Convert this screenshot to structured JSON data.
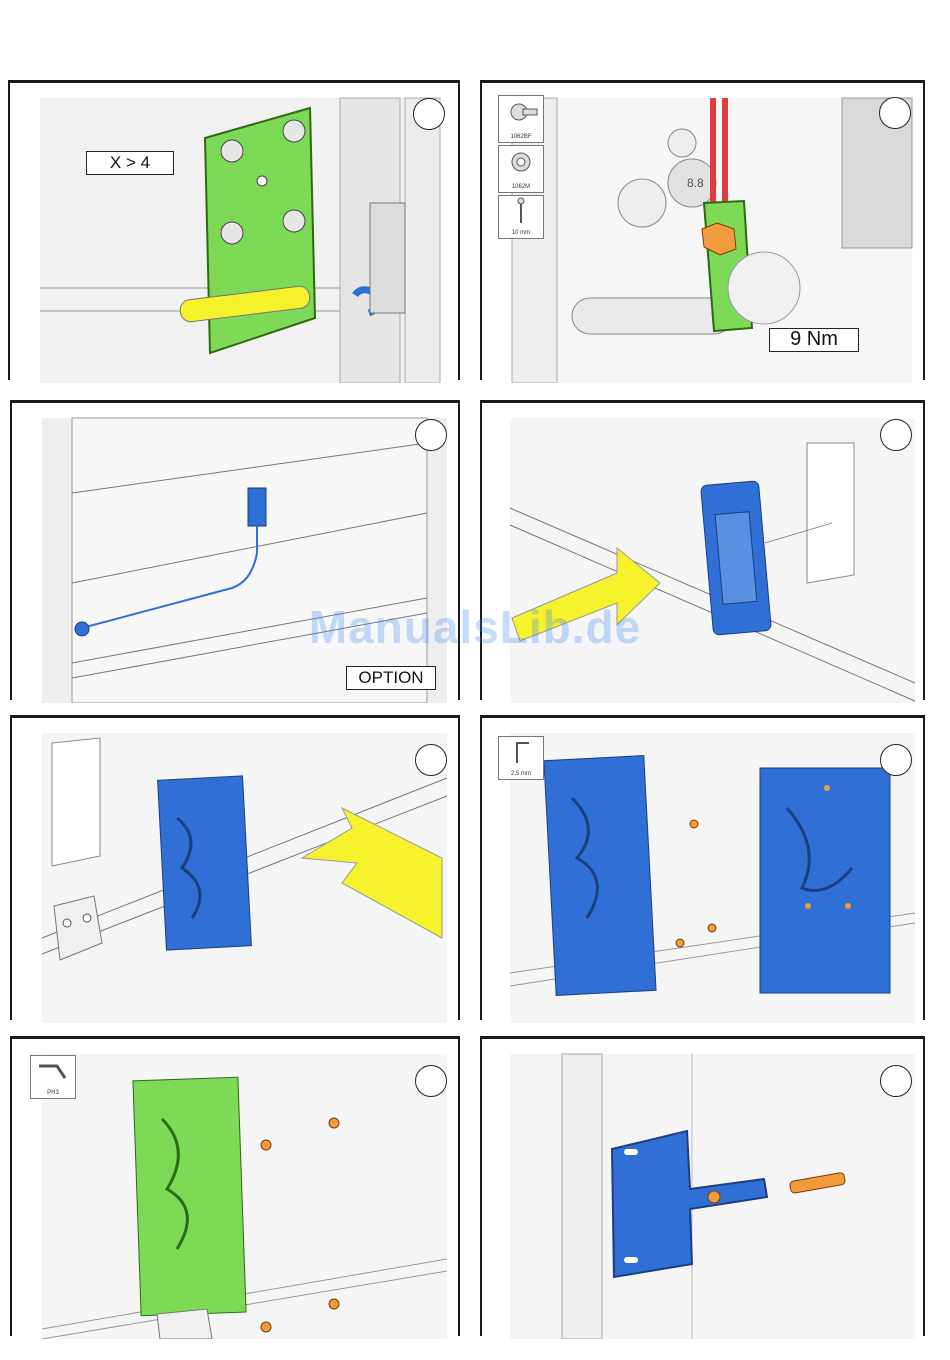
{
  "panels": [
    {
      "id": "p1",
      "label": "X > 4"
    },
    {
      "id": "p2",
      "label": "9 Nm",
      "tools": [
        "1062BF",
        "1062M",
        "10 mm"
      ]
    },
    {
      "id": "p3",
      "label": "OPTION"
    },
    {
      "id": "p4"
    },
    {
      "id": "p5"
    },
    {
      "id": "p6",
      "tools": [
        "2,5 mm"
      ]
    },
    {
      "id": "p7",
      "tools": [
        "PH3"
      ]
    },
    {
      "id": "p8"
    }
  ],
  "watermark": "ManualsLib.de",
  "colors": {
    "green": "#7ed957",
    "blue": "#2f6fd6",
    "yellow": "#f5f22c",
    "orange": "#f39a3c",
    "red": "#e23b3b",
    "frame": "#1a1a1a"
  }
}
